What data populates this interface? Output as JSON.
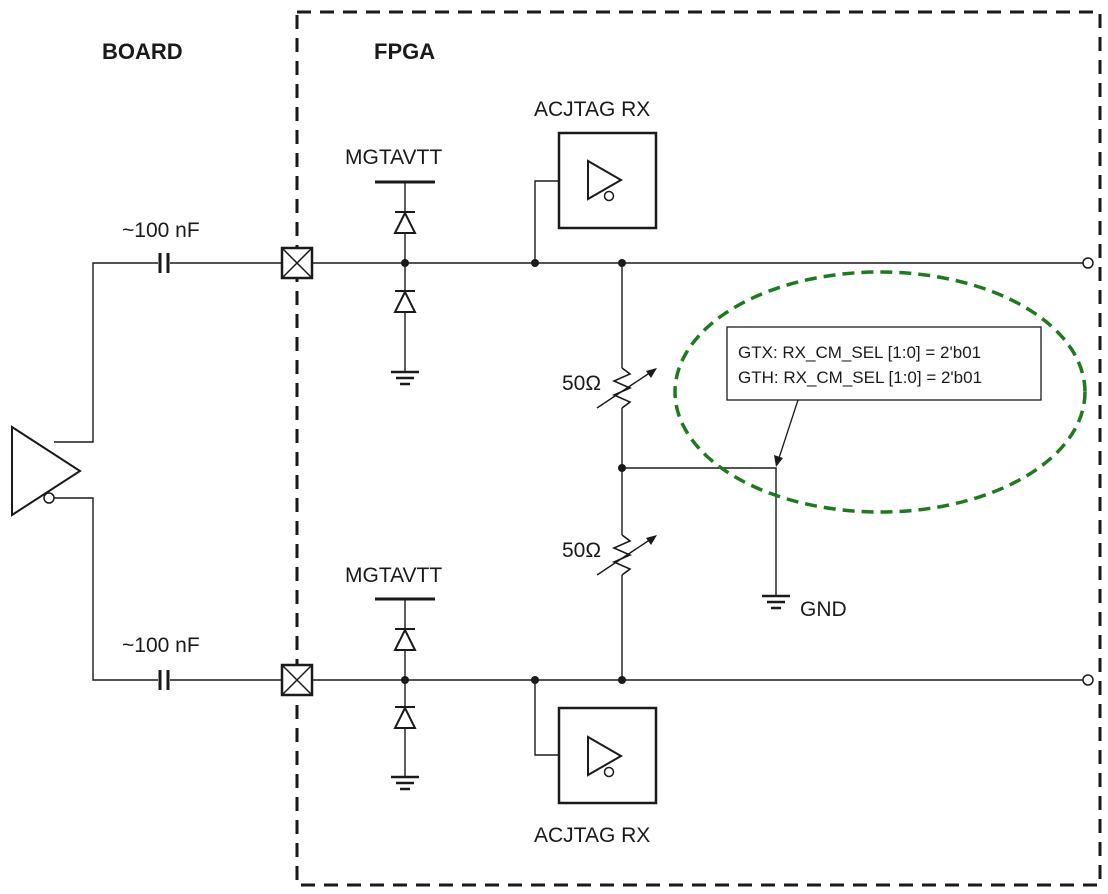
{
  "diagram": {
    "board_label": "BOARD",
    "fpga_label": "FPGA",
    "acjtag_top_label": "ACJTAG RX",
    "acjtag_bottom_label": "ACJTAG RX",
    "mgtavtt_top_label": "MGTAVTT",
    "mgtavtt_bottom_label": "MGTAVTT",
    "cap_top_label": "~100 nF",
    "cap_bottom_label": "~100 nF",
    "res_top_label": "50Ω",
    "res_bottom_label": "50Ω",
    "gnd_label": "GND",
    "note_line1": "GTX: RX_CM_SEL [1:0] = 2'b01",
    "note_line2": "GTH: RX_CM_SEL [1:0] = 2'b01",
    "highlight_color": "#1f7a1f"
  }
}
